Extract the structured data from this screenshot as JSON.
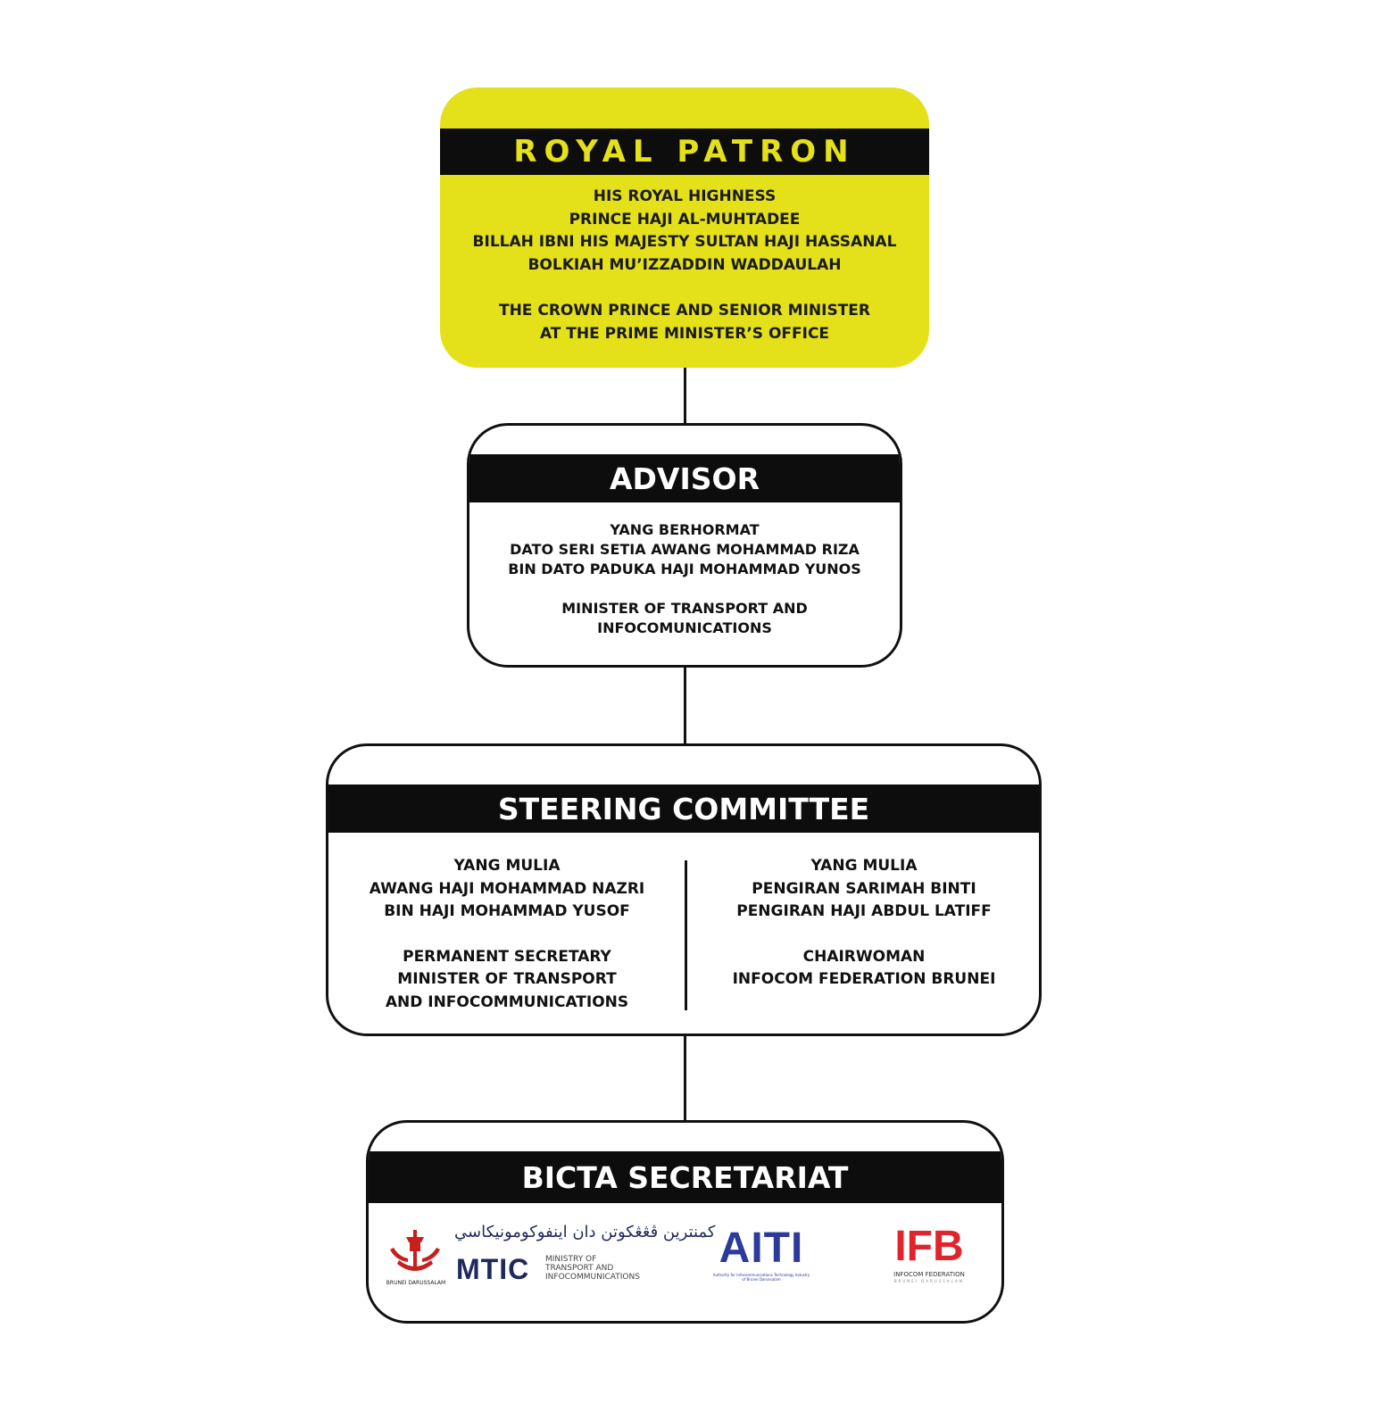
{
  "royal_patron": {
    "title": "ROYAL PATRON",
    "name_lines": [
      "HIS ROYAL HIGHNESS",
      "PRINCE HAJI AL-MUHTADEE",
      "BILLAH IBNI HIS MAJESTY SULTAN HAJI HASSANAL",
      "BOLKIAH MU’IZZADDIN WADDAULAH"
    ],
    "role_lines": [
      "THE CROWN PRINCE AND SENIOR MINISTER",
      "AT THE PRIME MINISTER’S OFFICE"
    ],
    "colors": {
      "background": "#e4e01a",
      "bar": "#0d0d0d"
    }
  },
  "advisor": {
    "title": "ADVISOR",
    "name_lines": [
      "YANG BERHORMAT",
      "DATO SERI SETIA AWANG MOHAMMAD RIZA",
      "BIN DATO PADUKA HAJI MOHAMMAD YUNOS"
    ],
    "role_lines": [
      "MINISTER OF TRANSPORT AND",
      "INFOCOMUNICATIONS"
    ]
  },
  "steering_committee": {
    "title": "STEERING COMMITTEE",
    "left": {
      "name_lines": [
        "YANG MULIA",
        "AWANG HAJI MOHAMMAD NAZRI",
        "BIN HAJI MOHAMMAD YUSOF"
      ],
      "role_lines": [
        "PERMANENT SECRETARY",
        "MINISTER OF TRANSPORT",
        "AND INFOCOMMUNICATIONS"
      ]
    },
    "right": {
      "name_lines": [
        "YANG MULIA",
        "PENGIRAN SARIMAH BINTI",
        "PENGIRAN HAJI ABDUL LATIFF"
      ],
      "role_lines": [
        "CHAIRWOMAN",
        "INFOCOM FEDERATION BRUNEI"
      ]
    }
  },
  "secretariat": {
    "title": "BICTA SECRETARIAT",
    "logos": {
      "mtic": {
        "crest_caption": "BRUNEI DARUSSALAM",
        "jawi": "كمنترين ڤڠڠكوتن دان اينفوكومونيكاسي",
        "acronym": "MTIC",
        "subtitle_lines": [
          "MINISTRY OF",
          "TRANSPORT AND",
          "INFOCOMMUNICATIONS"
        ],
        "color": "#1f2a5a",
        "crest_color": "#c81e1e"
      },
      "aiti": {
        "acronym": "AITI",
        "tagline_lines": [
          "Authority for Infocommunications Technology Industry",
          "of Brunei Darussalam"
        ],
        "color": "#2b3a9b"
      },
      "ifb": {
        "acronym": "IFB",
        "subtitle": "INFOCOM FEDERATION",
        "subtitle2": "BRUNEI DARUSSALAM",
        "color": "#e0242b"
      }
    }
  }
}
